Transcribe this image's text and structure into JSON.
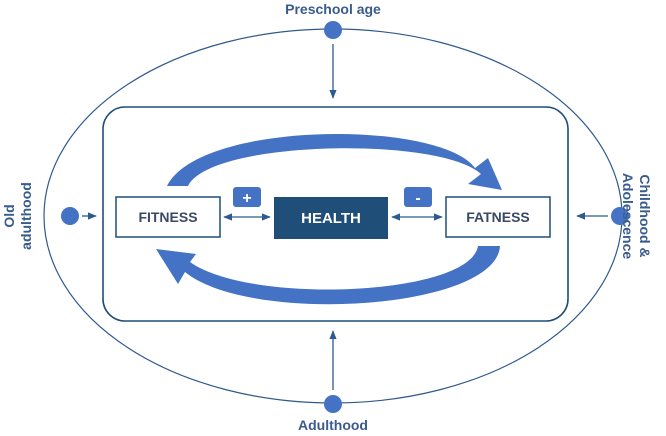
{
  "labels": {
    "top": "Preschool age",
    "bottom": "Adulthood",
    "left_line1": "Old",
    "left_line2": "adulthood",
    "right_line1": "Childhood &",
    "right_line2": "Adolescence"
  },
  "boxes": {
    "fitness": "FITNESS",
    "health": "HEALTH",
    "fatness": "FATNESS"
  },
  "badges": {
    "plus": "+",
    "minus": "-"
  },
  "colors": {
    "primary": "#4472C4",
    "dark": "#1F4E79",
    "line": "#2E5A8E",
    "text": "#3A5C8C"
  }
}
